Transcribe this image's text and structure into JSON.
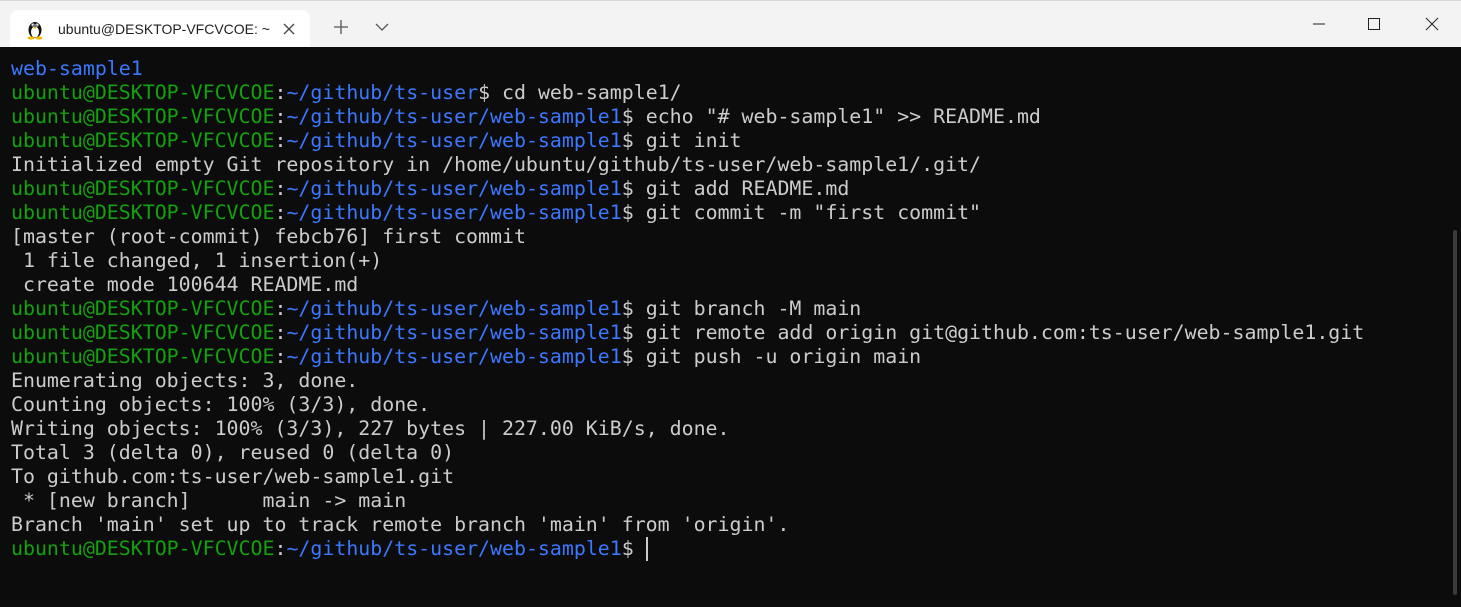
{
  "window": {
    "tab_title": "ubuntu@DESKTOP-VFCVCOE: ~",
    "tab_icon": "tux-linux-icon"
  },
  "colors": {
    "background": "#0c0c0c",
    "prompt_user": "#13a10e",
    "prompt_path": "#3b78ff",
    "foreground": "#cccccc"
  },
  "terminal": {
    "lines": [
      {
        "type": "path_only",
        "path": "web-sample1"
      },
      {
        "type": "prompt",
        "user": "ubuntu@DESKTOP-VFCVCOE",
        "sep": ":",
        "path": "~/github/ts-user",
        "symbol": "$",
        "command": " cd web-sample1/"
      },
      {
        "type": "prompt",
        "user": "ubuntu@DESKTOP-VFCVCOE",
        "sep": ":",
        "path": "~/github/ts-user/web-sample1",
        "symbol": "$",
        "command": " echo \"# web-sample1\" >> README.md"
      },
      {
        "type": "prompt",
        "user": "ubuntu@DESKTOP-VFCVCOE",
        "sep": ":",
        "path": "~/github/ts-user/web-sample1",
        "symbol": "$",
        "command": " git init"
      },
      {
        "type": "output",
        "text": "Initialized empty Git repository in /home/ubuntu/github/ts-user/web-sample1/.git/"
      },
      {
        "type": "prompt",
        "user": "ubuntu@DESKTOP-VFCVCOE",
        "sep": ":",
        "path": "~/github/ts-user/web-sample1",
        "symbol": "$",
        "command": " git add README.md"
      },
      {
        "type": "prompt",
        "user": "ubuntu@DESKTOP-VFCVCOE",
        "sep": ":",
        "path": "~/github/ts-user/web-sample1",
        "symbol": "$",
        "command": " git commit -m \"first commit\""
      },
      {
        "type": "output",
        "text": "[master (root-commit) febcb76] first commit"
      },
      {
        "type": "output",
        "text": " 1 file changed, 1 insertion(+)"
      },
      {
        "type": "output",
        "text": " create mode 100644 README.md"
      },
      {
        "type": "prompt",
        "user": "ubuntu@DESKTOP-VFCVCOE",
        "sep": ":",
        "path": "~/github/ts-user/web-sample1",
        "symbol": "$",
        "command": " git branch -M main"
      },
      {
        "type": "prompt",
        "user": "ubuntu@DESKTOP-VFCVCOE",
        "sep": ":",
        "path": "~/github/ts-user/web-sample1",
        "symbol": "$",
        "command": " git remote add origin git@github.com:ts-user/web-sample1.git"
      },
      {
        "type": "prompt",
        "user": "ubuntu@DESKTOP-VFCVCOE",
        "sep": ":",
        "path": "~/github/ts-user/web-sample1",
        "symbol": "$",
        "command": " git push -u origin main"
      },
      {
        "type": "output",
        "text": "Enumerating objects: 3, done."
      },
      {
        "type": "output",
        "text": "Counting objects: 100% (3/3), done."
      },
      {
        "type": "output",
        "text": "Writing objects: 100% (3/3), 227 bytes | 227.00 KiB/s, done."
      },
      {
        "type": "output",
        "text": "Total 3 (delta 0), reused 0 (delta 0)"
      },
      {
        "type": "output",
        "text": "To github.com:ts-user/web-sample1.git"
      },
      {
        "type": "output",
        "text": " * [new branch]      main -> main"
      },
      {
        "type": "output",
        "text": "Branch 'main' set up to track remote branch 'main' from 'origin'."
      },
      {
        "type": "prompt",
        "user": "ubuntu@DESKTOP-VFCVCOE",
        "sep": ":",
        "path": "~/github/ts-user/web-sample1",
        "symbol": "$",
        "command": " ",
        "cursor": true
      }
    ]
  }
}
